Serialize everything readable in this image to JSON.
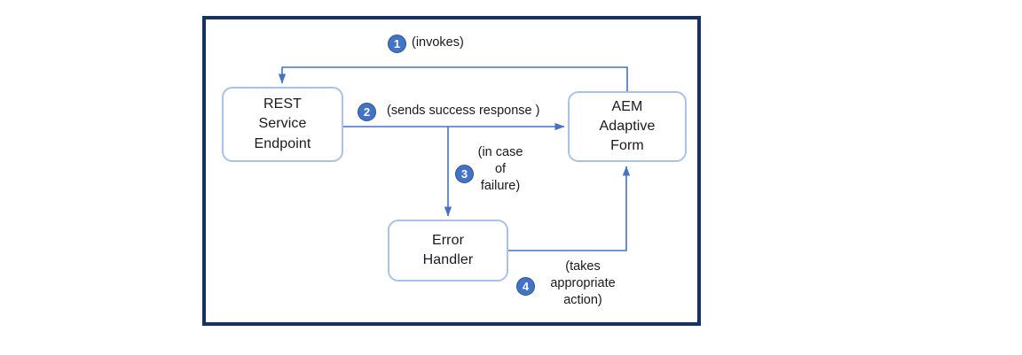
{
  "diagram": {
    "title": "AEM Adaptive Form REST service invocation flow",
    "frame_color": "#17325E",
    "node_border_color": "#A8C3E5",
    "connector_color": "#4472C4",
    "badge_color": "#4472C4",
    "nodes": [
      {
        "id": "rest",
        "label": "REST\nService\nEndpoint",
        "lines": [
          "REST",
          "Service",
          "Endpoint"
        ]
      },
      {
        "id": "aem",
        "label": "AEM\nAdaptive\nForm",
        "lines": [
          "AEM",
          "Adaptive",
          "Form"
        ]
      },
      {
        "id": "error",
        "label": "Error\nHandler",
        "lines": [
          "Error",
          "Handler"
        ]
      }
    ],
    "steps": [
      {
        "number": "1",
        "label": "(invokes)",
        "from": "aem",
        "to": "rest"
      },
      {
        "number": "2",
        "label": "(sends success response )",
        "from": "rest",
        "to": "aem"
      },
      {
        "number": "3",
        "label": "(in case of failure)",
        "lines": [
          "(in case",
          "of",
          "failure)"
        ],
        "from": "rest",
        "to": "error"
      },
      {
        "number": "4",
        "label": "(takes appropriate action)",
        "lines": [
          "(takes",
          "appropriate",
          "action)"
        ],
        "from": "error",
        "to": "aem"
      }
    ]
  }
}
